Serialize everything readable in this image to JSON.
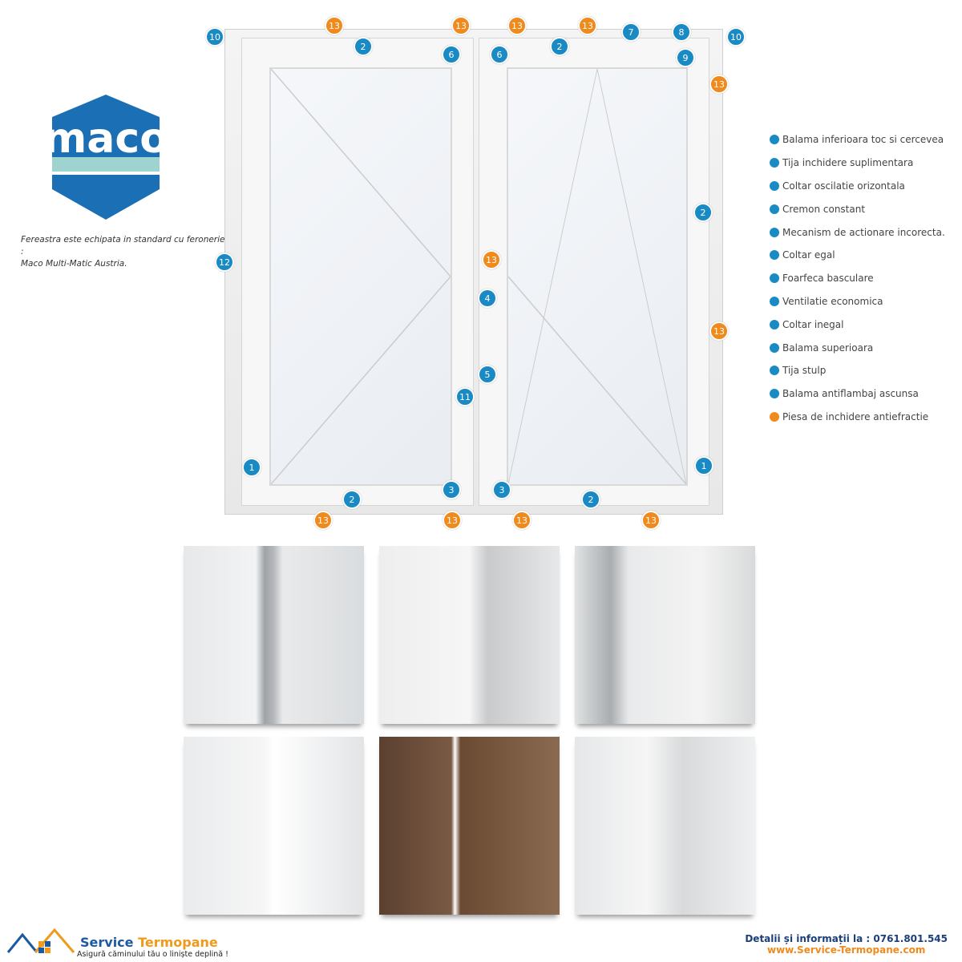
{
  "logo": {
    "text": "maco"
  },
  "caption": {
    "line1": "Fereastra este echipata in standard cu feronerie :",
    "line2": "Maco Multi-Matic Austria."
  },
  "colors": {
    "blue": "#1a8ac4",
    "orange": "#f08a1c"
  },
  "markers": [
    {
      "n": "10",
      "c": "blue"
    },
    {
      "n": "2",
      "c": "blue"
    },
    {
      "n": "6",
      "c": "blue"
    },
    {
      "n": "6",
      "c": "blue"
    },
    {
      "n": "2",
      "c": "blue"
    },
    {
      "n": "7",
      "c": "blue"
    },
    {
      "n": "8",
      "c": "blue"
    },
    {
      "n": "9",
      "c": "blue"
    },
    {
      "n": "10",
      "c": "blue"
    },
    {
      "n": "2",
      "c": "blue"
    },
    {
      "n": "4",
      "c": "blue"
    },
    {
      "n": "5",
      "c": "blue"
    },
    {
      "n": "11",
      "c": "blue"
    },
    {
      "n": "12",
      "c": "blue"
    },
    {
      "n": "1",
      "c": "blue"
    },
    {
      "n": "1",
      "c": "blue"
    },
    {
      "n": "3",
      "c": "blue"
    },
    {
      "n": "3",
      "c": "blue"
    },
    {
      "n": "2",
      "c": "blue"
    },
    {
      "n": "2",
      "c": "blue"
    },
    {
      "n": "13",
      "c": "orange"
    },
    {
      "n": "13",
      "c": "orange"
    },
    {
      "n": "13",
      "c": "orange"
    },
    {
      "n": "13",
      "c": "orange"
    },
    {
      "n": "13",
      "c": "orange"
    },
    {
      "n": "13",
      "c": "orange"
    },
    {
      "n": "13",
      "c": "orange"
    },
    {
      "n": "13",
      "c": "orange"
    },
    {
      "n": "13",
      "c": "orange"
    },
    {
      "n": "13",
      "c": "orange"
    },
    {
      "n": "13",
      "c": "orange"
    }
  ],
  "legend": [
    {
      "label": "Balama inferioara toc si cercevea",
      "c": "blue"
    },
    {
      "label": "Tija inchidere suplimentara",
      "c": "blue"
    },
    {
      "label": "Coltar oscilatie orizontala",
      "c": "blue"
    },
    {
      "label": "Cremon constant",
      "c": "blue"
    },
    {
      "label": "Mecanism de actionare incorecta.",
      "c": "blue"
    },
    {
      "label": "Coltar egal",
      "c": "blue"
    },
    {
      "label": "Foarfeca basculare",
      "c": "blue"
    },
    {
      "label": "Ventilatie economica",
      "c": "blue"
    },
    {
      "label": "Coltar inegal",
      "c": "blue"
    },
    {
      "label": "Balama superioara",
      "c": "blue"
    },
    {
      "label": "Tija stulp",
      "c": "blue"
    },
    {
      "label": "Balama antiflambaj ascunsa",
      "c": "blue"
    },
    {
      "label": "Piesa de inchidere antiefractie",
      "c": "orange"
    }
  ],
  "footer": {
    "brand1": "Service ",
    "brand2": "Termopane",
    "tagline": "Asigură căminului tău o liniște deplină !",
    "contact": "Detalii și informații la : 0761.801.545",
    "website": "www.Service-Termopane.com"
  }
}
